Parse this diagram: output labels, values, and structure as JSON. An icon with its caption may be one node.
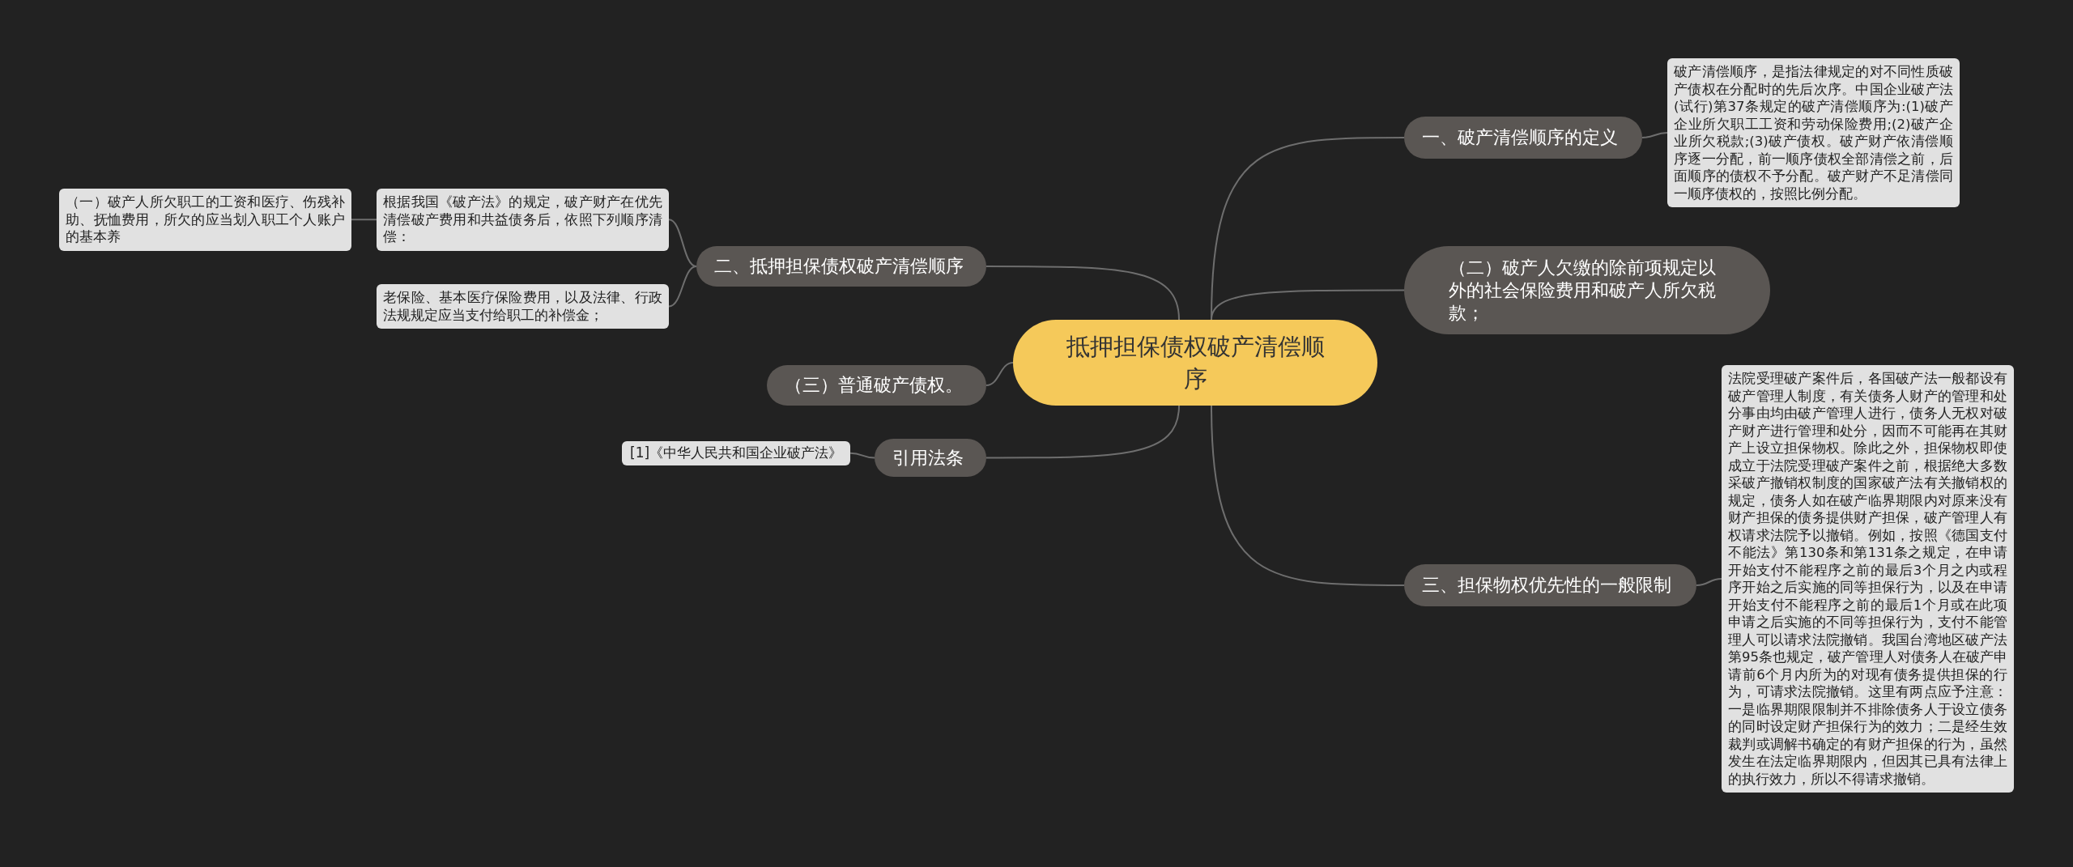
{
  "diagram": {
    "nodes": [
      {
        "text": [
          "抵押担保债权破产清偿顺序"
        ]
      },
      {
        "text": [
          "一、破产清偿顺序的定义"
        ]
      },
      {
        "text": [
          "破产清偿顺序，是指法律规定的对不同性质破产债权在分配时的先后次序。中国企业破产法(试行)第37条规定的破产清偿顺序为:(1)破产企业所欠职工工资和劳动保险费用;(2)破产企业所欠税款;(3)破产债权。破产财产依清偿顺序逐一分配，前一顺序债权全部清偿之前，后面顺序的债权不予分配。破产财产不足清偿同一顺序债权的，按照比例分配。"
        ]
      },
      {
        "text": [
          "（二）破产人欠缴的除前项规定以外的社会保险费用和破产人所欠税款；"
        ]
      },
      {
        "text": [
          "三、担保物权优先性的一般限制"
        ]
      },
      {
        "text": [
          "法院受理破产案件后，各国破产法一般都设有破产管理人制度，有关债务人财产的管理和处分事由均由破产管理人进行，债务人无权对破产财产进行管理和处分，因而不可能再在其财产上设立担保物权。除此之外，担保物权即使成立于法院受理破产案件之前，根据绝大多数采破产撤销权制度的国家破产法有关撤销权的规定，债务人如在破产临界期限内对原来没有财产担保的债务提供财产担保，破产管理人有权请求法院予以撤销。例如，按照《德国支付不能法》第130条和第131条之规定，在申请开始支付不能程序之前的最后3个月之内或程序开始之后实施的同等担保行为，以及在申请开始支付不能程序之前的最后1个月或在此项申请之后实施的不同等担保行为，支付不能管理人可以请求法院撤销。我国台湾地区破产法第95条也规定，破产管理人对债务人在破产申请前6个月内所为的对现有债务提供担保的行为，可请求法院撤销。这里有两点应予注意：一是临界期限限制并不排除债务人于设立债务的同时设定财产担保行为的效力；二是经生效裁判或调解书确定的有财产担保的行为，虽然发生在法定临界期限内，但因其已具有法律上的执行效力，所以不得请求撤销。"
        ]
      },
      {
        "text": [
          "二、抵押担保债权破产清偿顺序"
        ]
      },
      {
        "text": [
          "根据我国《破产法》的规定，破产财产在优先清偿破产费用和共益债务后，依照下列顺序清偿："
        ]
      },
      {
        "text": [
          "（一）破产人所欠职工的工资和医疗、伤残补助、抚恤费用，所欠的应当划入职工个人账户的基本养"
        ]
      },
      {
        "text": [
          "老保险、基本医疗保险费用，以及法律、行政法规规定应当支付给职工的补偿金；"
        ]
      },
      {
        "text": [
          "（三）普通破产债权。"
        ]
      },
      {
        "text": [
          "引用法条"
        ]
      },
      {
        "text": [
          "[1]《中华人民共和国企业破产法》"
        ]
      }
    ],
    "edges": [
      {
        "from": 0,
        "to": 1,
        "arrow": "none"
      },
      {
        "from": 0,
        "to": 3,
        "arrow": "none"
      },
      {
        "from": 0,
        "to": 4,
        "arrow": "none"
      },
      {
        "from": 0,
        "to": 6,
        "arrow": "none"
      },
      {
        "from": 0,
        "to": 10,
        "arrow": "none"
      },
      {
        "from": 0,
        "to": 11,
        "arrow": "none"
      },
      {
        "from": 1,
        "to": 2,
        "arrow": "none"
      },
      {
        "from": 4,
        "to": 5,
        "arrow": "none"
      },
      {
        "from": 6,
        "to": 7,
        "arrow": "none"
      },
      {
        "from": 6,
        "to": 9,
        "arrow": "none"
      },
      {
        "from": 7,
        "to": 8,
        "arrow": "none"
      },
      {
        "from": 11,
        "to": 12,
        "arrow": "none"
      }
    ]
  }
}
